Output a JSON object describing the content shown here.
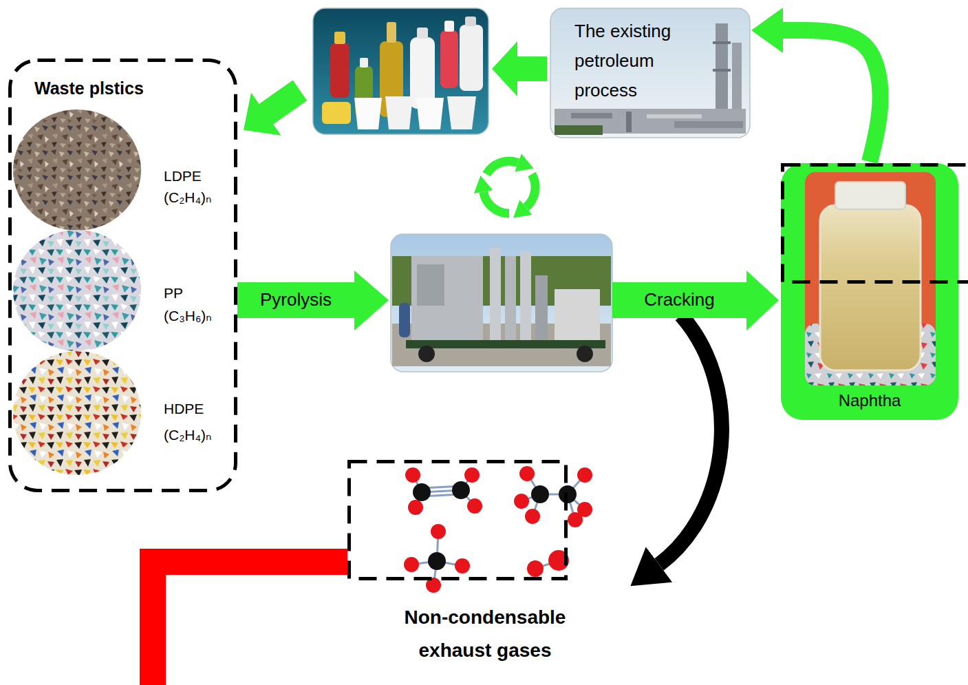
{
  "diagram": {
    "nodes": [
      {
        "text": [
          "Waste plstics"
        ]
      },
      {
        "text": [
          "LDPE",
          "(C₂H₄)ₙ"
        ],
        "in": 0
      },
      {
        "text": [
          "PP",
          "(C₃H₆)ₙ"
        ],
        "in": 0
      },
      {
        "text": [
          "HDPE",
          "(C₂H₄)ₙ"
        ],
        "in": 0
      },
      {
        "text": [
          "The existing petroleum process"
        ]
      },
      {
        "text": [
          "Naphtha"
        ]
      },
      {
        "text": [
          "Non-condensable exhaust gases"
        ]
      }
    ],
    "edges": [
      {
        "from": 5,
        "to": 4,
        "arrow": "to"
      }
    ],
    "labels": [
      "Pyrolysis",
      "Cracking"
    ]
  }
}
